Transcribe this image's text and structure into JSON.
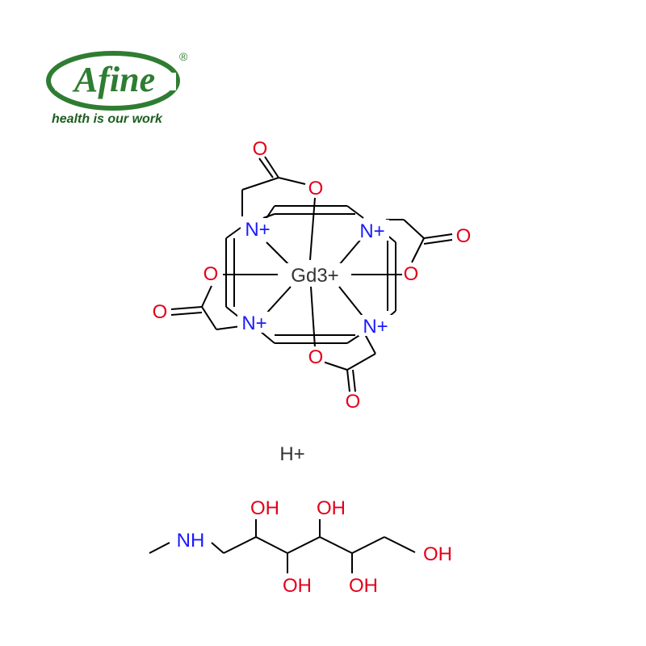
{
  "logo": {
    "brand": "Afine",
    "registered_mark": "®",
    "tagline": "health is our work",
    "colors": {
      "brand_green": "#2e7d32",
      "tagline_green": "#1b5e20"
    }
  },
  "molecule": {
    "colors": {
      "oxygen": "#e3001b",
      "nitrogen": "#1a1aff",
      "metal": "#333333",
      "bond": "#000000"
    },
    "complex": {
      "metal": "Gd3+",
      "nitrogen_labels": [
        "N+",
        "N+",
        "N+",
        "N+"
      ],
      "carbonyl_oxygens": [
        "O",
        "O",
        "O",
        "O"
      ],
      "coordinating_oxygens": [
        "O",
        "O",
        "O",
        "O"
      ]
    },
    "counter_ion": "H+",
    "meglumine": {
      "amine": "NH",
      "hydroxyls_top": [
        "OH",
        "OH"
      ],
      "hydroxyls_bottom": [
        "OH",
        "OH"
      ],
      "terminal_hydroxyl": "OH"
    }
  }
}
